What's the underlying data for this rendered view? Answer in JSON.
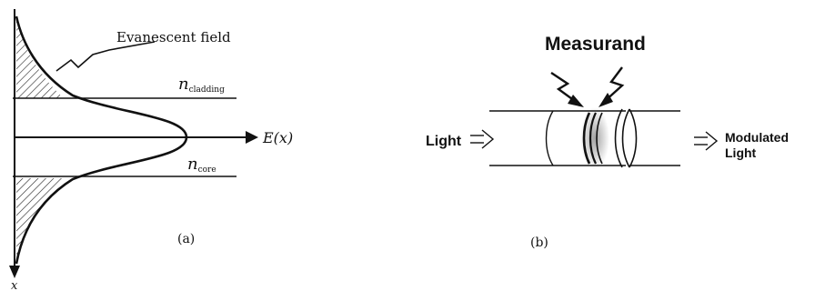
{
  "panel_a": {
    "evanescent_label": "Evanescent field",
    "cladding_label": "n",
    "cladding_subscript": "cladding",
    "core_label": "n",
    "core_subscript": "core",
    "axis_field_label": "E(x)",
    "axis_x_label": "x",
    "caption": "(a)"
  },
  "panel_b": {
    "measurand_label": "Measurand",
    "light_label": "Light",
    "modulated_line1": "Modulated",
    "modulated_line2": "Light",
    "caption": "(b)"
  },
  "colors": {
    "ink": "#111111",
    "background": "#ffffff",
    "hatch": "#222222"
  }
}
